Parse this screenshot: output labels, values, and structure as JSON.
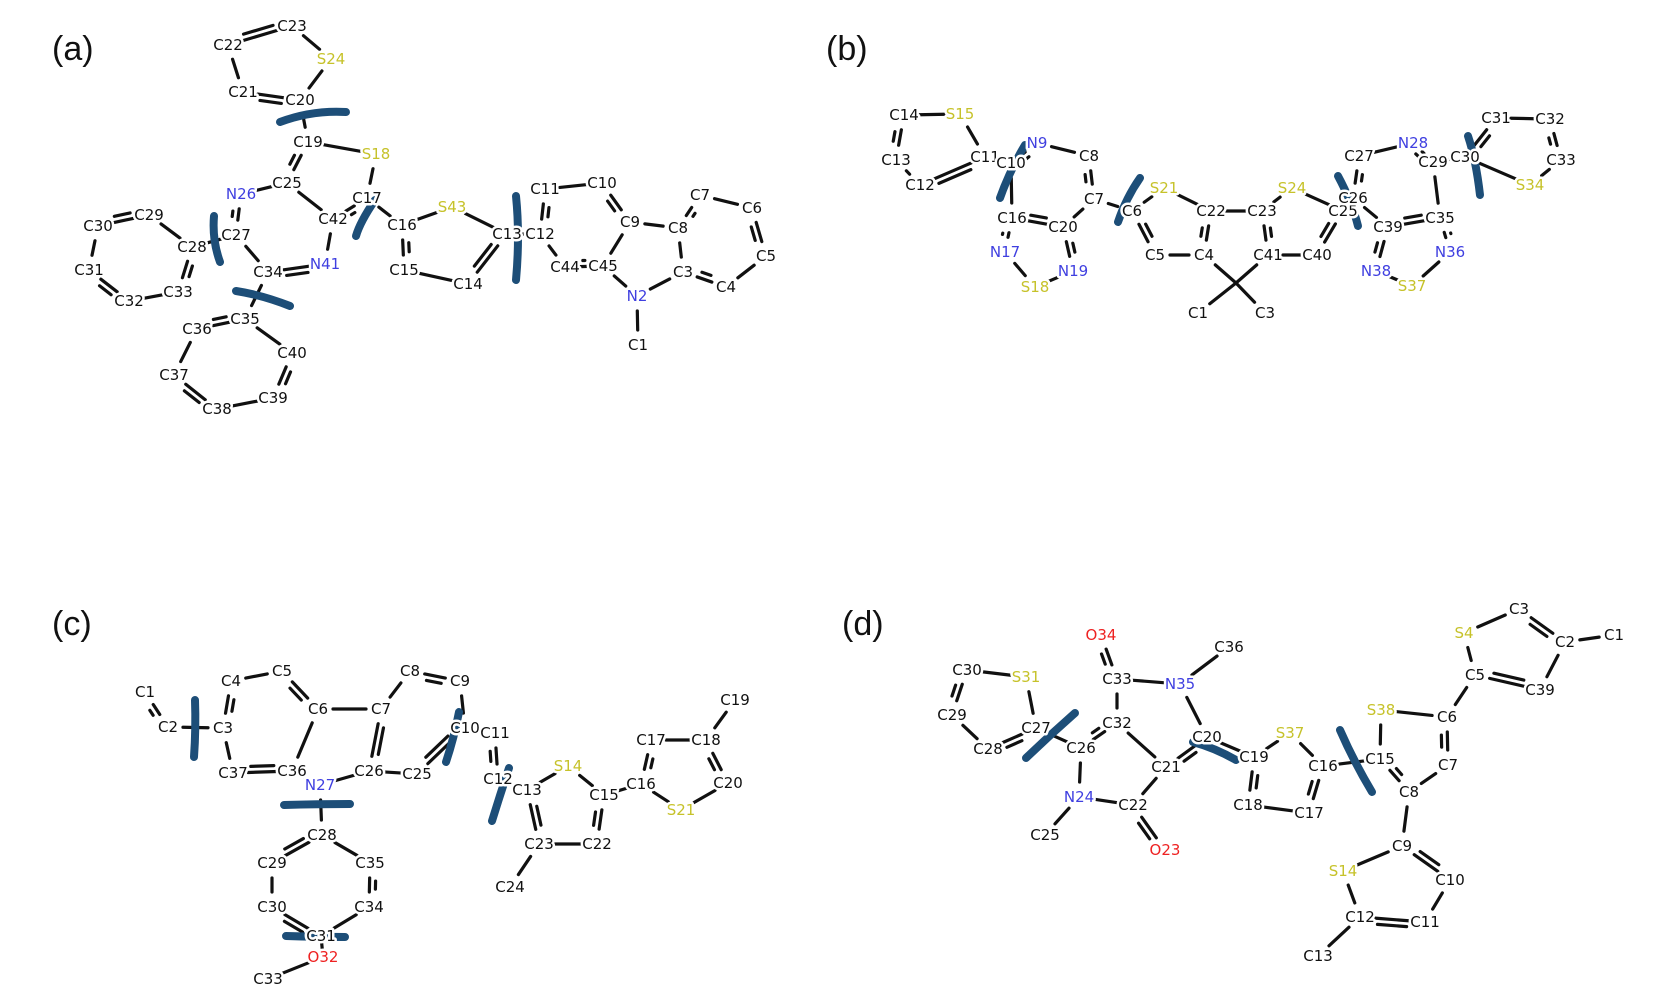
{
  "figure": {
    "colors": {
      "C": "#111111",
      "N": "#3f3fe0",
      "S": "#c6c22a",
      "O": "#ee2222",
      "bond": "#111111",
      "cut": "#1d4e78"
    },
    "panels": [
      {
        "id": "a",
        "label": "(a)",
        "atoms": [
          "C23",
          "C22",
          "S24",
          "C21",
          "C20",
          "C19",
          "S18",
          "N26",
          "C25",
          "C17",
          "C42",
          "C29",
          "C30",
          "C28",
          "C27",
          "C31",
          "C33",
          "C32",
          "C34",
          "N41",
          "C35",
          "C36",
          "C40",
          "C37",
          "C38",
          "C39",
          "C16",
          "S43",
          "C15",
          "C14",
          "C13",
          "C11",
          "C10",
          "C12",
          "C9",
          "C8",
          "C7",
          "C6",
          "C44",
          "C45",
          "C3",
          "C5",
          "N2",
          "C4",
          "C1"
        ]
      },
      {
        "id": "b",
        "label": "(b)",
        "atoms": [
          "C14",
          "S15",
          "C13",
          "C11",
          "C12",
          "N9",
          "C10",
          "C8",
          "C7",
          "C16",
          "C20",
          "N17",
          "N19",
          "S18",
          "S21",
          "C6",
          "C22",
          "C5",
          "C4",
          "C23",
          "S24",
          "C41",
          "C40",
          "C1",
          "C3",
          "C25",
          "N28",
          "C27",
          "C26",
          "C29",
          "C39",
          "C35",
          "N38",
          "N36",
          "S37",
          "C30",
          "C31",
          "C32",
          "S34",
          "C33"
        ]
      },
      {
        "id": "c",
        "label": "(c)",
        "atoms": [
          "C1",
          "C2",
          "C3",
          "C4",
          "C5",
          "C6",
          "C37",
          "C36",
          "N27",
          "C26",
          "C7",
          "C8",
          "C9",
          "C10",
          "C25",
          "C11",
          "C12",
          "C28",
          "C29",
          "C35",
          "C30",
          "C34",
          "C31",
          "O32",
          "C33",
          "C13",
          "S14",
          "C15",
          "C23",
          "C22",
          "C24",
          "C16",
          "C17",
          "C18",
          "C19",
          "C20",
          "S21"
        ]
      },
      {
        "id": "d",
        "label": "(d)",
        "atoms": [
          "O34",
          "C36",
          "C33",
          "N35",
          "C30",
          "S31",
          "C29",
          "C27",
          "C32",
          "C28",
          "C26",
          "C20",
          "C21",
          "N24",
          "C22",
          "C25",
          "O23",
          "C19",
          "S37",
          "C18",
          "C17",
          "C16",
          "C15",
          "S38",
          "C6",
          "C7",
          "C8",
          "S4",
          "C3",
          "C2",
          "C1",
          "C5",
          "C39",
          "C9",
          "S14",
          "C10",
          "C12",
          "C11",
          "C13"
        ]
      }
    ]
  }
}
